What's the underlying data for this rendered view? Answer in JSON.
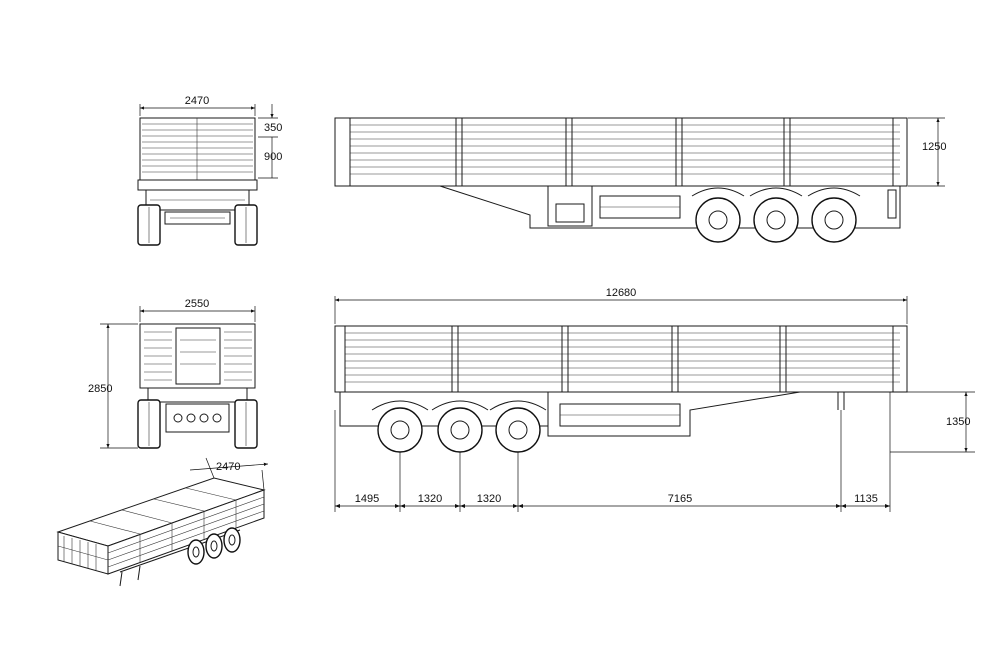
{
  "dimensions": {
    "top_rear_width": "2470",
    "top_rear_upper_height": "350",
    "top_rear_lower_height": "900",
    "top_side_height": "1250",
    "front_width": "2550",
    "front_height": "2850",
    "overall_length": "12680",
    "side_height": "1350",
    "seg_1": "1495",
    "seg_2": "1320",
    "seg_3": "1320",
    "seg_4": "7165",
    "seg_5": "1135",
    "iso_width": "2470"
  }
}
